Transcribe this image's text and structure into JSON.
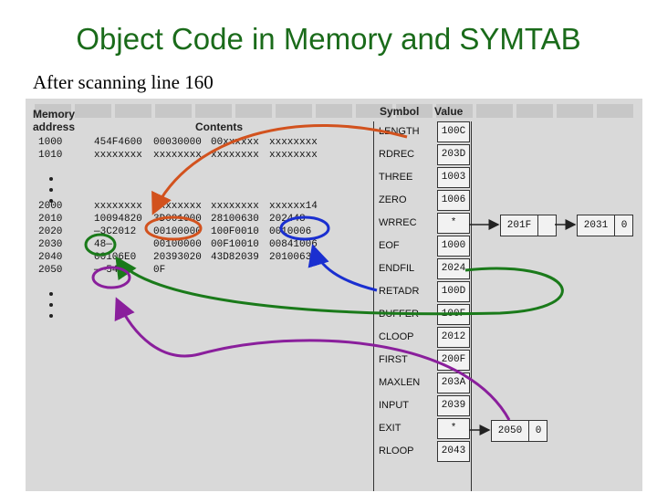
{
  "title": "Object Code in Memory and SYMTAB",
  "subtitle": "After scanning line 160",
  "figure": {
    "memory_header": "Memory address",
    "contents_header": "Contents",
    "symbol_header": "Symbol",
    "value_header": "Value",
    "memory_rows": [
      {
        "address": "1000",
        "contents": [
          "454F4600",
          "00030000",
          "00xxxxxx",
          "xxxxxxxx"
        ]
      },
      {
        "address": "1010",
        "contents": [
          "xxxxxxxx",
          "xxxxxxxx",
          "xxxxxxxx",
          "xxxxxxxx"
        ]
      },
      {
        "address": "2000",
        "contents": [
          "xxxxxxxx",
          "xxxxxxxx",
          "xxxxxxxx",
          "xxxxxx14"
        ]
      },
      {
        "address": "2010",
        "contents": [
          "10094820",
          "3D001000",
          "28100630",
          "202448—"
        ]
      },
      {
        "address": "2020",
        "contents": [
          "—3C2012",
          "00100000",
          "100F0010",
          "0010006"
        ]
      },
      {
        "address": "2030",
        "contents": [
          "48—",
          "00100000",
          "00F10010",
          "00841006"
        ]
      },
      {
        "address": "2040",
        "contents": [
          "00106E0",
          "20393020",
          "43D82039",
          "20100630"
        ]
      },
      {
        "address": "2050",
        "contents": [
          "——5490",
          "0F",
          "",
          ""
        ]
      }
    ],
    "symbols": [
      {
        "name": "LENGTH",
        "value": "100C"
      },
      {
        "name": "RDREC",
        "value": "203D"
      },
      {
        "name": "THREE",
        "value": "1003"
      },
      {
        "name": "ZERO",
        "value": "1006"
      },
      {
        "name": "WRREC",
        "value": "*"
      },
      {
        "name": "EOF",
        "value": "1000"
      },
      {
        "name": "ENDFIL",
        "value": "2024"
      },
      {
        "name": "RETADR",
        "value": "100D"
      },
      {
        "name": "BUFFER",
        "value": "100F"
      },
      {
        "name": "CLOOP",
        "value": "2012"
      },
      {
        "name": "FIRST",
        "value": "200F"
      },
      {
        "name": "MAXLEN",
        "value": "203A"
      },
      {
        "name": "INPUT",
        "value": "2039"
      },
      {
        "name": "EXIT",
        "value": "*"
      },
      {
        "name": "RLOOP",
        "value": "2043"
      }
    ],
    "wrrec_chain": [
      {
        "value": "201F",
        "pointer": ""
      },
      {
        "value": "2031",
        "pointer": "0"
      }
    ],
    "exit_chain": [
      {
        "value": "2050",
        "pointer": "0"
      }
    ],
    "arrow_colors": {
      "rdrec": "#d2521e",
      "enfil": "#1a7a1a",
      "retadr": "#1a2fd0",
      "exit": "#8a1f9c"
    }
  }
}
